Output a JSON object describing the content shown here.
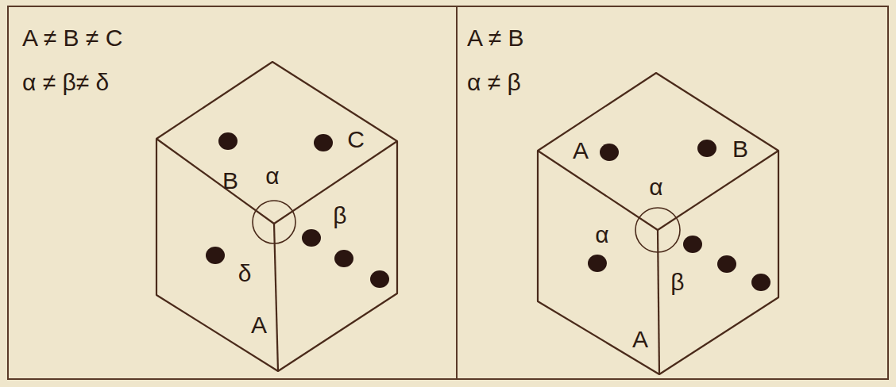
{
  "diagram": {
    "labels": [
      "A ≠ B ≠ C",
      "α ≠ β≠ δ",
      "B",
      "α",
      "C",
      "β",
      "δ",
      "A",
      "A ≠ B",
      "α ≠ β",
      "A",
      "B",
      "α",
      "α",
      "β",
      "A"
    ]
  }
}
